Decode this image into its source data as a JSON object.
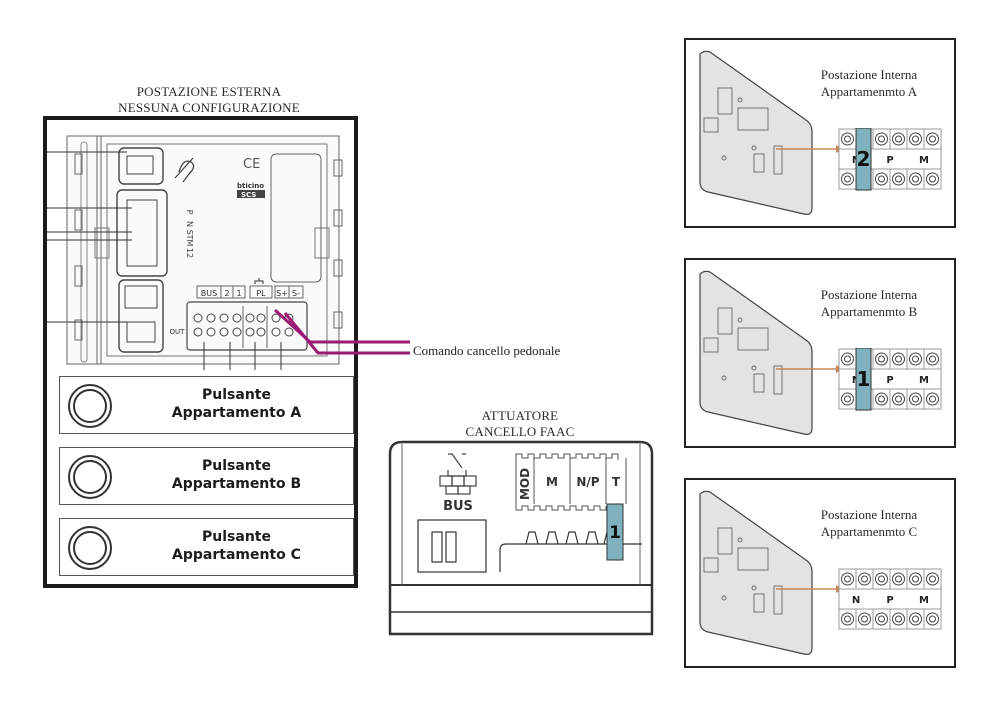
{
  "external_station": {
    "title_line1": "POSTAZIONE ESTERNA",
    "title_line2": "NESSUNA CONFIGURAZIONE",
    "terminal_labels": [
      "BUS",
      "2",
      "1",
      "PL",
      "S+",
      "S-"
    ],
    "configurator_labels": [
      "P",
      "N",
      "STM",
      "12"
    ],
    "out_label": "OUT",
    "brand_top": "bticino",
    "brand_bottom": "SCS",
    "ce_mark": "CE",
    "icons": [
      "hearing-loop-icon",
      "ce-mark-icon",
      "brand-logo",
      "door-lock-icon"
    ],
    "buttons": [
      {
        "line1": "Pulsante",
        "line2": "Appartamento A"
      },
      {
        "line1": "Pulsante",
        "line2": "Appartamento B"
      },
      {
        "line1": "Pulsante",
        "line2": "Appartamento C"
      }
    ]
  },
  "wiring": {
    "label": "Comando cancello pedonale",
    "color": "#9b1a72"
  },
  "actuator": {
    "title_line1": "ATTUATORE",
    "title_line2": "CANCELLO FAAC",
    "bus_label": "BUS",
    "slots": [
      "MOD",
      "M",
      "N/P",
      "T"
    ],
    "configurator": {
      "slot": "T",
      "value": "1"
    },
    "configurator_color": "#7fb1bf"
  },
  "internal_stations": [
    {
      "title_line1": "Postazione Interna",
      "title_line2": "Appartamenmto A",
      "slots": [
        "N",
        "P",
        "M"
      ],
      "configurator": {
        "slot": "N",
        "value": "2"
      }
    },
    {
      "title_line1": "Postazione Interna",
      "title_line2": "Appartamenmto B",
      "slots": [
        "N",
        "P",
        "M"
      ],
      "configurator": {
        "slot": "N",
        "value": "1"
      }
    },
    {
      "title_line1": "Postazione Interna",
      "title_line2": "Appartamenmto C",
      "slots": [
        "N",
        "P",
        "M"
      ],
      "configurator": null
    }
  ],
  "colors": {
    "arrow": "#c9875a",
    "configurator": "#7fb1bf"
  }
}
